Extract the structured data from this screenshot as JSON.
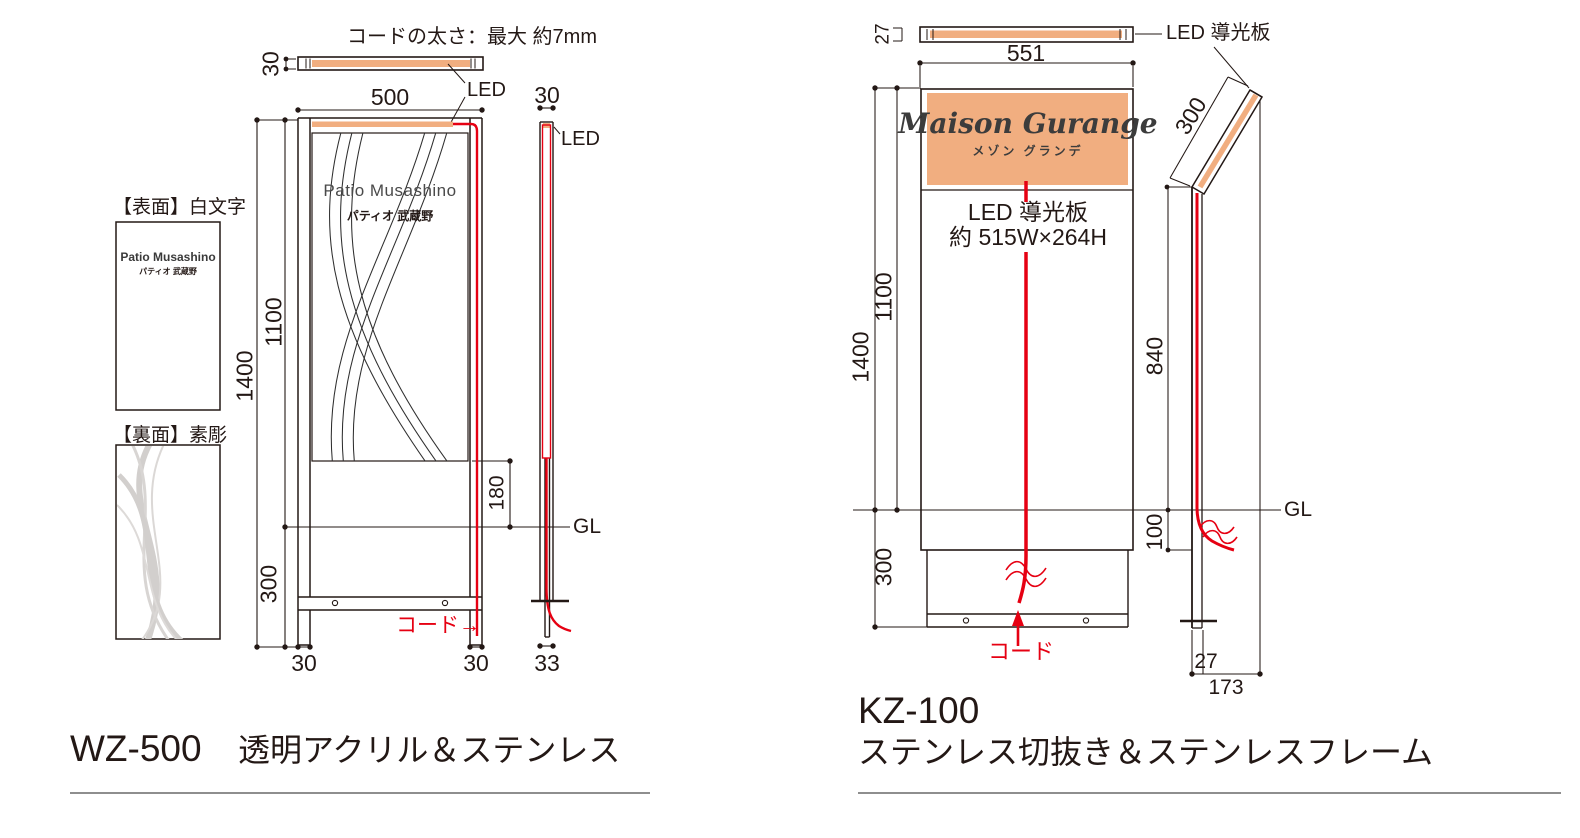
{
  "colors": {
    "accent_orange": "#F1AE80",
    "cord_red": "#E60012",
    "line_black": "#231815"
  },
  "wz500": {
    "cord_note": "コードの太さ：最大 約7mm",
    "led_label_top": "LED",
    "led_label_side": "LED",
    "dim_top_depth": "30",
    "dim_width": "500",
    "dim_side_depth": "30",
    "surface_label": "【表面】白文字",
    "back_label": "【裏面】素彫",
    "sample_sign_en": "Patio Musashino",
    "sample_sign_jp": "パティオ 武蔵野",
    "sign_en": "Patio Musashino",
    "sign_jp": "パティオ 武蔵野",
    "dim_total_height": "1400",
    "dim_above_ground": "1100",
    "dim_led_to_gl": "180",
    "gl_label": "GL",
    "dim_buried": "300",
    "cord_label": "コード→",
    "dim_leg_left": "30",
    "dim_leg_right": "30",
    "dim_side_width": "33",
    "title_code": "WZ-500",
    "title_material": "透明アクリル＆ステンレス"
  },
  "kz100": {
    "dim_top_depth": "27",
    "led_guide_label": "LED 導光板",
    "dim_width": "551",
    "sign_script": "Maison Gurange",
    "sign_kana": "メゾン グランデ",
    "panel_note_line1": "LED 導光板",
    "panel_note_line2": "約 515W×264H",
    "dim_total_height": "1400",
    "dim_above_ground": "1100",
    "dim_panel_length": "300",
    "dim_pole_above": "840",
    "dim_cord_exit": "100",
    "gl_label": "GL",
    "dim_buried": "300",
    "cord_label": "コード",
    "dim_pole_width": "27",
    "dim_base_depth": "173",
    "title_code": "KZ-100",
    "title_material": "ステンレス切抜き＆ステンレスフレーム"
  }
}
